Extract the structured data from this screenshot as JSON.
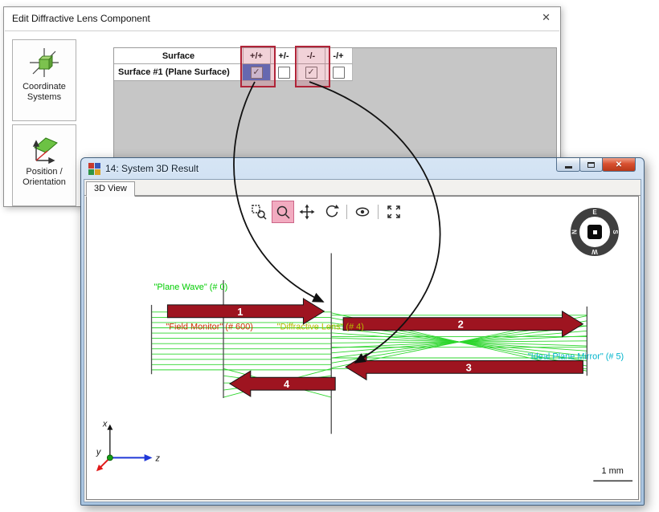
{
  "glyphs": {
    "check": "✓",
    "close": "✕"
  },
  "edit_dialog": {
    "title": "Edit Diffractive Lens Component",
    "sidebar_buttons": [
      {
        "label": "Coordinate Systems"
      },
      {
        "label": "Position / Orientation"
      }
    ],
    "table": {
      "headers": [
        "Surface",
        "+/+",
        "+/-",
        "-/-",
        "-/+"
      ],
      "row_name": "Surface #1 (Plane Surface)",
      "checks": [
        true,
        false,
        true,
        false
      ]
    }
  },
  "result_window": {
    "title": "14: System 3D Result",
    "tab_label": "3D View",
    "toolbar_icons": [
      "zoom-window",
      "zoom",
      "pan",
      "rotate",
      "view-settings",
      "fit-to-window"
    ],
    "compass": {
      "n": "N",
      "e": "E",
      "s": "S",
      "w": "W"
    },
    "scene": {
      "label_plane_wave": "\"Plane Wave\" (# 0)",
      "label_field_monitor": "\"Field Monitor\" (# 600)",
      "label_diffractive_lens": "\"Diffractive Lens\" (# 4)",
      "label_mirror": "\"Ideal Plane Mirror\" (# 5)",
      "arrows": [
        "1",
        "2",
        "3",
        "4"
      ],
      "axes": {
        "x": "x",
        "y": "y",
        "z": "z"
      },
      "scale_label": "1 mm"
    },
    "colors": {
      "ray": "#2dd62d",
      "arrow_fill": "#9e1420",
      "plane_wave_label": "#00cc00",
      "field_monitor_label": "#cc3300",
      "diffractive_lens_label": "#b8b800",
      "mirror_label": "#00b4cc",
      "highlight_border": "#b02438",
      "selected_tool_bg": "#f2abc0"
    }
  }
}
